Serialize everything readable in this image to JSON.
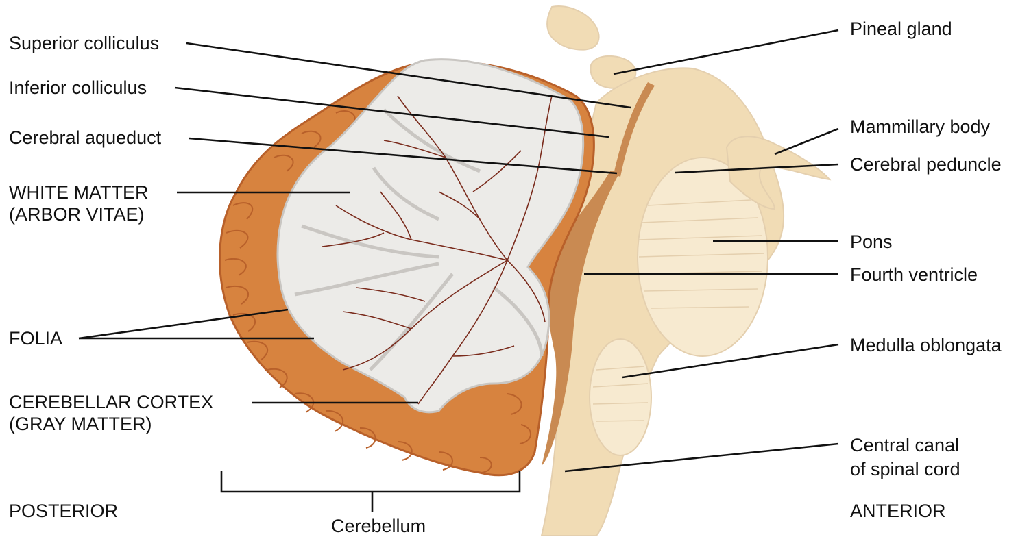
{
  "labels": {
    "superior_colliculus": "Superior colliculus",
    "inferior_colliculus": "Inferior colliculus",
    "cerebral_aqueduct": "Cerebral aqueduct",
    "white_matter_line1": "WHITE MATTER",
    "white_matter_line2": "(ARBOR VITAE)",
    "folia": "FOLIA",
    "cerebellar_cortex_line1": "CEREBELLAR CORTEX",
    "cerebellar_cortex_line2": "(GRAY MATTER)",
    "posterior": "POSTERIOR",
    "cerebellum": "Cerebellum",
    "pineal_gland": "Pineal gland",
    "mammillary_body": "Mammillary body",
    "cerebral_peduncle": "Cerebral peduncle",
    "pons": "Pons",
    "fourth_ventricle": "Fourth ventricle",
    "medulla_oblongata": "Medulla oblongata",
    "central_canal_line1": "Central canal",
    "central_canal_line2": "of spinal cord",
    "anterior": "ANTERIOR"
  },
  "colors": {
    "gray_matter": "#d7833f",
    "gray_matter_dark": "#b8602a",
    "white_matter": "#ecebe8",
    "white_matter_shadow": "#c9c6c2",
    "vein": "#7a2b1c",
    "brainstem": "#f1dcb5",
    "brainstem_light": "#f7ead0",
    "ventricle": "#c98a52",
    "pons_texture": "#e4cfae",
    "leader_line": "#111111"
  }
}
